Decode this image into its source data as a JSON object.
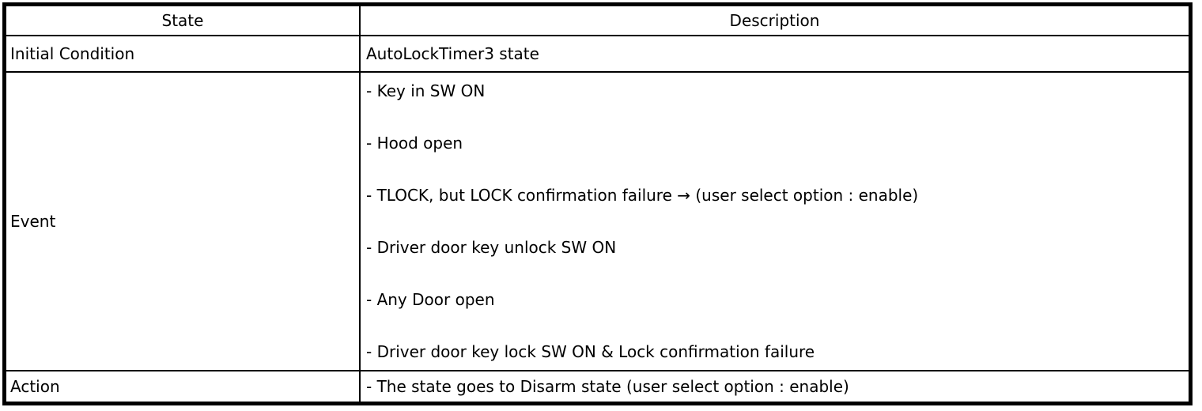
{
  "page": {
    "background": "#ffffff",
    "border_color": "#000000",
    "text_color": "#000000"
  },
  "table": {
    "columns": [
      {
        "label": "State"
      },
      {
        "label": "Description"
      }
    ],
    "rows": [
      {
        "label": "Initial Condition",
        "lines": [
          "AutoLockTimer3 state"
        ]
      },
      {
        "label": "Event",
        "lines": [
          "- Key in SW ON",
          "- Hood open",
          "- TLOCK, but LOCK confirmation failure → (user select option : enable)",
          "- Driver door key unlock SW ON",
          "- Any Door open",
          "- Driver door key lock SW ON & Lock confirmation failure"
        ]
      },
      {
        "label": "Action",
        "lines": [
          "- The state goes to Disarm state (user select option : enable)"
        ]
      }
    ]
  }
}
